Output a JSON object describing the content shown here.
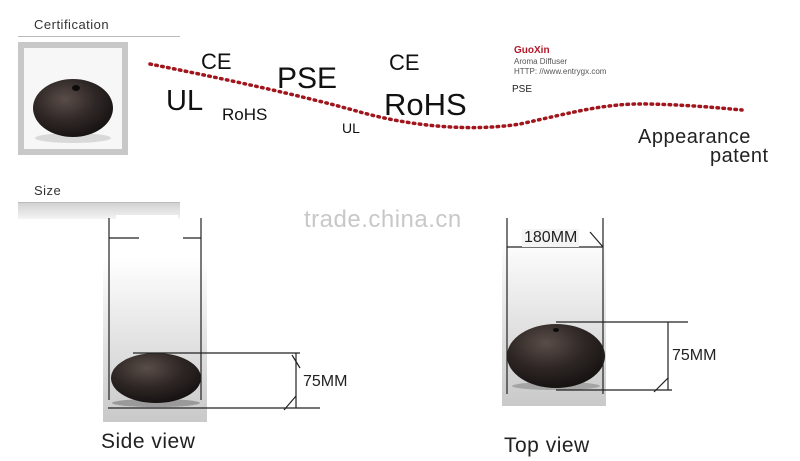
{
  "sections": {
    "certification_label": "Certification",
    "size_label": "Size"
  },
  "certifications": {
    "ce_1": "CE",
    "ul_1": "UL",
    "rohs_1": "RoHS",
    "pse_1": "PSE",
    "ul_2": "UL",
    "ce_2": "CE",
    "rohs_2": "RoHS",
    "appearance_line1": "Appearance",
    "appearance_line2": "patent"
  },
  "product_label": {
    "brand": "GuoXin",
    "product": "Aroma Diffuser",
    "url": "HTTP: //www.entrygx.com",
    "pse": "PSE"
  },
  "watermark": "trade.china.cn",
  "side_view": {
    "caption": "Side view",
    "height_label": "75MM"
  },
  "top_view": {
    "caption": "Top view",
    "width_label": "180MM",
    "height_label": "75MM"
  },
  "colors": {
    "dotted_line": "#a0161c",
    "product_dark": "#2b2523",
    "frame_grey": "#c8c8c8"
  }
}
